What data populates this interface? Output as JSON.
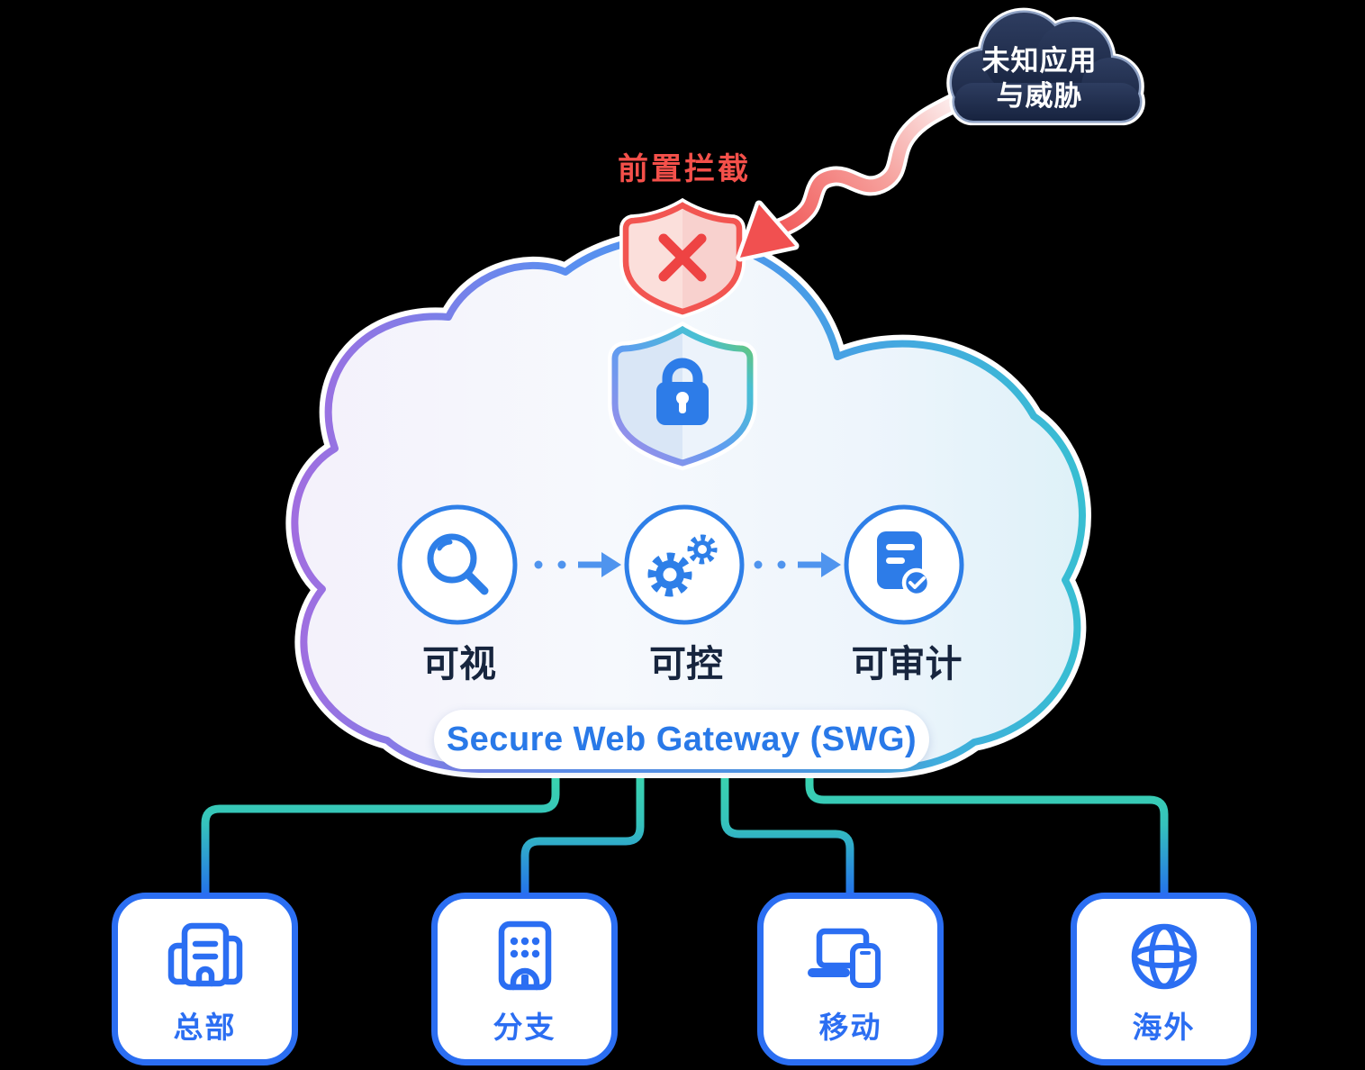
{
  "threat_cloud": {
    "text_line1": "未知应用",
    "text_line2": "与威胁"
  },
  "interception": {
    "label": "前置拦截"
  },
  "security_cloud": {
    "capabilities": [
      {
        "label": "可视",
        "icon": "search-icon"
      },
      {
        "label": "可控",
        "icon": "gears-icon"
      },
      {
        "label": "可审计",
        "icon": "audit-document-icon"
      }
    ],
    "gateway_label": "Secure Web Gateway (SWG)"
  },
  "endpoints": [
    {
      "label": "总部",
      "icon": "headquarters-building-icon"
    },
    {
      "label": "分支",
      "icon": "branch-building-icon"
    },
    {
      "label": "移动",
      "icon": "mobile-devices-icon"
    },
    {
      "label": "海外",
      "icon": "globe-icon"
    }
  ],
  "colors": {
    "background": "#000000",
    "threat_cloud_fill": "#1f2b47",
    "alert_red": "#f25149",
    "accent_blue": "#2b6ef2",
    "icon_blue": "#2d7ce8",
    "gateway_text_blue": "#2979e8",
    "label_navy": "#17253e",
    "line_teal": "#3bd8ac",
    "line_blue": "#2470ec",
    "cloud_border_purple": "#9b6fe0",
    "cloud_border_blue": "#4a8ee8",
    "cloud_border_cyan": "#38bed2"
  }
}
